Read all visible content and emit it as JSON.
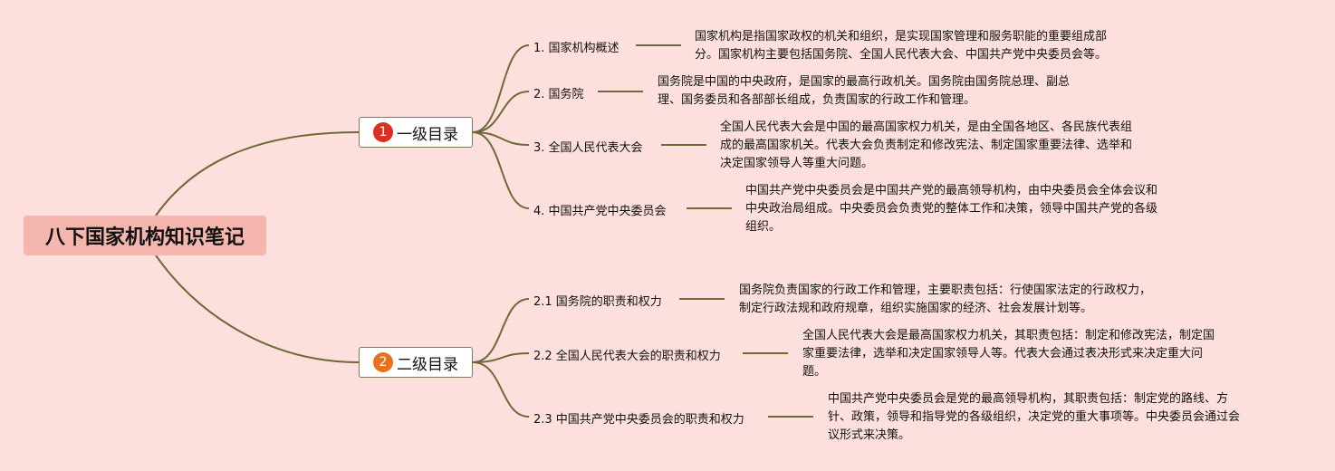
{
  "root": {
    "label": "八下国家机构知识笔记"
  },
  "branches": [
    {
      "badge": "1",
      "label": "一级目录",
      "topics": [
        {
          "label": "1. 国家机构概述",
          "desc": [
            "国家机构是指国家政权的机关和组织，是实现国家管理和服务职能的重要组成部",
            "分。国家机构主要包括国务院、全国人民代表大会、中国共产党中央委员会等。"
          ]
        },
        {
          "label": "2. 国务院",
          "desc": [
            "国务院是中国的中央政府，是国家的最高行政机关。国务院由国务院总理、副总",
            "理、国务委员和各部部长组成，负责国家的行政工作和管理。"
          ]
        },
        {
          "label": "3. 全国人民代表大会",
          "desc": [
            "全国人民代表大会是中国的最高国家权力机关，是由全国各地区、各民族代表组",
            "成的最高国家机关。代表大会负责制定和修改宪法、制定国家重要法律、选举和",
            "决定国家领导人等重大问题。"
          ]
        },
        {
          "label": "4. 中国共产党中央委员会",
          "desc": [
            "中国共产党中央委员会是中国共产党的最高领导机构，由中央委员会全体会议和",
            "中央政治局组成。中央委员会负责党的整体工作和决策，领导中国共产党的各级",
            "组织。"
          ]
        }
      ]
    },
    {
      "badge": "2",
      "label": "二级目录",
      "topics": [
        {
          "label": "2.1 国务院的职责和权力",
          "desc": [
            "国务院负责国家的行政工作和管理，主要职责包括：行使国家法定的行政权力，",
            "制定行政法规和政府规章，组织实施国家的经济、社会发展计划等。"
          ]
        },
        {
          "label": "2.2 全国人民代表大会的职责和权力",
          "desc": [
            "全国人民代表大会是最高国家权力机关，其职责包括：制定和修改宪法，制定国",
            "家重要法律，选举和决定国家领导人等。代表大会通过表决形式来决定重大问",
            "题。"
          ]
        },
        {
          "label": "2.3 中国共产党中央委员会的职责和权力",
          "desc": [
            "中国共产党中央委员会是党的最高领导机构，其职责包括：制定党的路线、方",
            "针、政策，领导和指导党的各级组织，决定党的重大事项等。中央委员会通过会",
            "议形式来决策。"
          ]
        }
      ]
    }
  ]
}
